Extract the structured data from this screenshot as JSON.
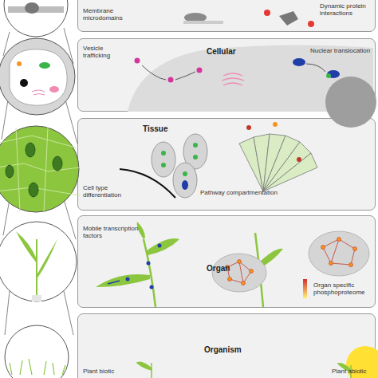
{
  "diagram": {
    "nodes": [
      {
        "text": [
          "Membrane microdomains",
          "Dynamic protein interactions"
        ]
      },
      {
        "text": [
          "Cellular",
          "Vesicle trafficking",
          "Nuclear translocation"
        ]
      },
      {
        "text": [
          "Tissue",
          "Cell type differentiation",
          "Pathway compartmentation"
        ]
      },
      {
        "text": [
          "Organ",
          "Mobile transcription factors",
          "Organ specific phosphoproteome"
        ]
      },
      {
        "text": [
          "Organism",
          "Plant biotic",
          "Plant abiotic"
        ]
      }
    ]
  }
}
